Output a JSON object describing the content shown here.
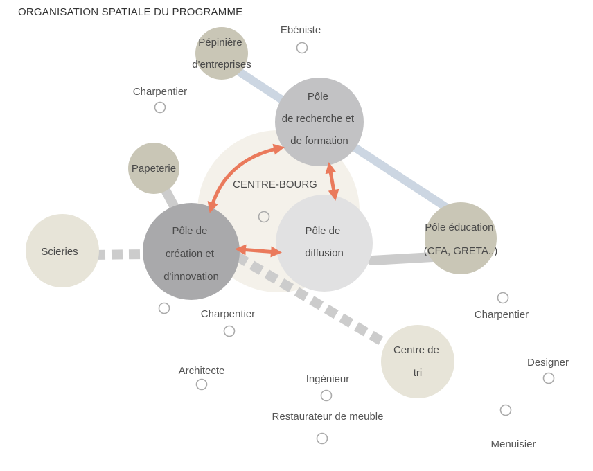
{
  "title": "ORGANISATION SPATIALE DU PROGRAMME",
  "colors": {
    "link_grey": "#cccccc",
    "link_blue": "#ccd6e2",
    "arrow": "#ea7a5c",
    "halo": "#f4f1ea",
    "marker": "#aaaaaa"
  },
  "center": {
    "label": "CENTRE-BOURG"
  },
  "nodes": {
    "pepiniere": {
      "lines": [
        "Pépinière",
        "d'entreprises"
      ]
    },
    "recherche": {
      "lines": [
        "Pôle",
        "de recherche et",
        "de formation"
      ]
    },
    "papeterie": {
      "lines": [
        "Papeterie"
      ]
    },
    "creation": {
      "lines": [
        "Pôle de",
        "création et",
        "d'innovation"
      ]
    },
    "diffusion": {
      "lines": [
        "Pôle de",
        "diffusion"
      ]
    },
    "education": {
      "lines": [
        "Pôle éducation",
        "(CFA, GRETA..)"
      ]
    },
    "scieries": {
      "lines": [
        "Scieries"
      ]
    },
    "tri": {
      "lines": [
        "Centre de",
        "tri"
      ]
    }
  },
  "actors": {
    "ebeniste": "Ebéniste",
    "charpentier1": "Charpentier",
    "charpentier2": "Charpentier",
    "charpentier3": "Charpentier",
    "architecte": "Architecte",
    "ingenieur": "Ingénieur",
    "restaurateur": "Restaurateur de meuble",
    "designer": "Designer",
    "menuisier": "Menuisier"
  }
}
